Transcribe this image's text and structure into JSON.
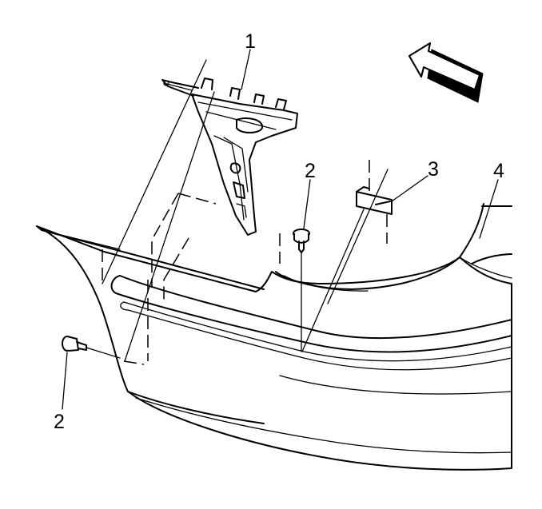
{
  "callouts": [
    {
      "id": "callout-1",
      "text": "1"
    },
    {
      "id": "callout-2-top",
      "text": "2"
    },
    {
      "id": "callout-3",
      "text": "3"
    },
    {
      "id": "callout-4",
      "text": "4"
    },
    {
      "id": "callout-2-bottom",
      "text": "2"
    }
  ],
  "icons": {
    "direction_arrow": "front-direction-arrow-icon"
  },
  "colors": {
    "line": "#000000",
    "background": "#ffffff"
  }
}
